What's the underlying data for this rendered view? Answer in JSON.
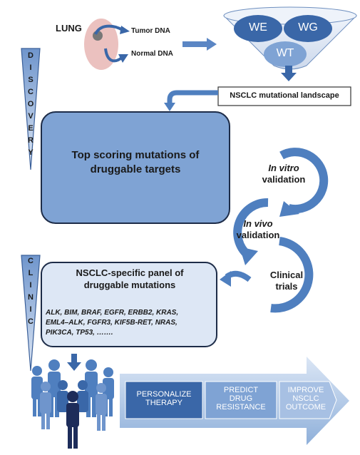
{
  "lung": {
    "title": "LUNG",
    "tumor_label": "Tumor DNA",
    "normal_label": "Normal DNA"
  },
  "funnel": {
    "we": "WE",
    "wg": "WG",
    "wt": "WT"
  },
  "landscape": {
    "label": "NSCLC mutational landscape"
  },
  "side_labels": {
    "discovery": [
      "D",
      "I",
      "S",
      "C",
      "O",
      "V",
      "E",
      "R",
      "Y"
    ],
    "clinic": [
      "C",
      "L",
      "I",
      "N",
      "I",
      "C"
    ]
  },
  "top_scoring": {
    "line1": "Top scoring mutations of",
    "line2": "druggable targets"
  },
  "validation": {
    "in_vitro_italic": "In vitro",
    "in_vitro_rest": "validation",
    "in_vivo_italic": "In vivo",
    "in_vivo_rest": "validation",
    "clinical_line1": "Clinical",
    "clinical_line2": "trials"
  },
  "panel": {
    "title_line1": "NSCLC-specific panel of",
    "title_line2": "druggable mutations",
    "genes_line1": "ALK, BIM, BRAF, EGFR, ERBB2, KRAS,",
    "genes_line2": "EML4–ALK, FGFR3, KIF5B-RET, NRAS,",
    "genes_line3": "PIK3CA, TP53, ……."
  },
  "outcomes": {
    "step1_line1": "PERSONALIZE",
    "step1_line2": "THERAPY",
    "step2_line1": "PREDICT",
    "step2_line2": "DRUG",
    "step2_line3": "RESISTANCE",
    "step3_line1": "IMPROVE",
    "step3_line2": "NSCLC",
    "step3_line3": "OUTCOME"
  },
  "colors": {
    "dark_blue": "#3a67a8",
    "mid_blue": "#4f7fbf",
    "light_blue": "#7fa3d4",
    "pale_blue": "#dde7f5",
    "lung_pink": "#e8b6b4",
    "funnel_fill": "#e7eef8"
  }
}
